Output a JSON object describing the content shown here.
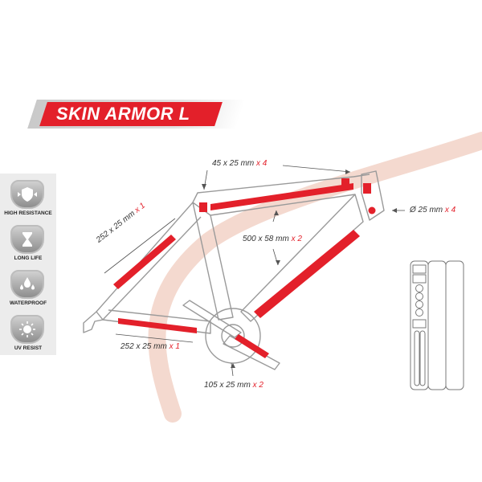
{
  "title": "SKIN ARMOR L",
  "features": [
    {
      "label": "HIGH RESISTANCE",
      "icon": "shield-arrows-icon"
    },
    {
      "label": "LONG LIFE",
      "icon": "hourglass-icon"
    },
    {
      "label": "WATERPROOF",
      "icon": "water-drops-icon"
    },
    {
      "label": "UV RESIST",
      "icon": "sun-icon"
    }
  ],
  "dimensions": {
    "top_tube_small": {
      "size": "45 x 25 mm",
      "qty": "x 4"
    },
    "head_tube_dot": {
      "size": "Ø 25 mm",
      "qty": "x 4"
    },
    "large_strip": {
      "size": "500 x 58 mm",
      "qty": "x 2"
    },
    "seat_tube_strip": {
      "size": "252 x 25 mm",
      "qty": "x 1"
    },
    "chainstay_strip": {
      "size": "252 x 25 mm",
      "qty": "x 1"
    },
    "crank_strip": {
      "size": "105 x 25 mm",
      "qty": "x 2"
    }
  },
  "colors": {
    "accent_red": "#e3202a",
    "frame_outline": "#9a9a9a",
    "swoosh": "#f4d9cf"
  }
}
